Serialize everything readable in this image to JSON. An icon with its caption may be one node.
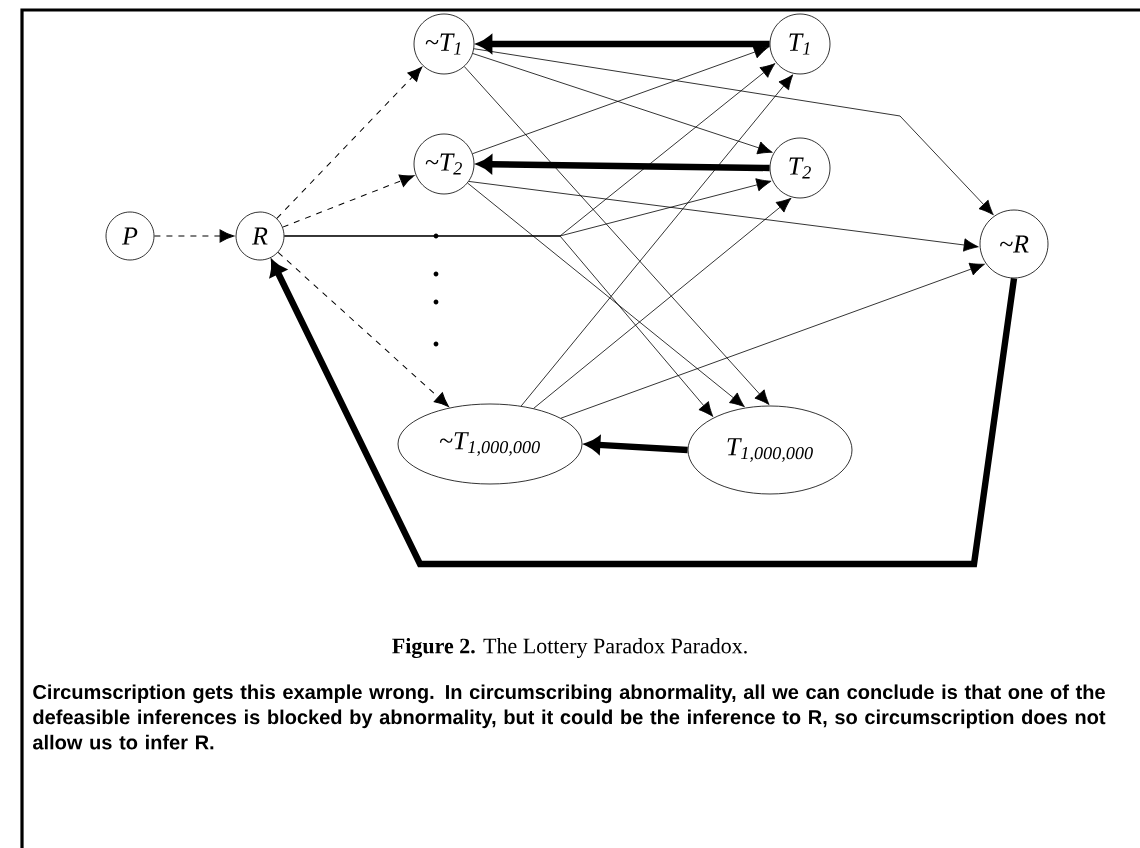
{
  "diagram": {
    "caption": "**Figure 2.** The Lottery Paradox Paradox.",
    "nodes": [
      {
        "text": [
          "P"
        ]
      },
      {
        "text": [
          "R"
        ]
      },
      {
        "text": [
          "~T$_{1}$"
        ]
      },
      {
        "text": [
          "~T$_{2}$"
        ]
      },
      {
        "text": [
          "~T$_{1,000,000}$"
        ]
      },
      {
        "text": [
          "T$_{1}$"
        ]
      },
      {
        "text": [
          "T$_{2}$"
        ]
      },
      {
        "text": [
          "T$_{1,000,000}$"
        ]
      },
      {
        "text": [
          "~R"
        ]
      }
    ],
    "edges": [
      {
        "from": 0,
        "to": 1,
        "arrow": "to",
        "style": "dashed"
      },
      {
        "from": 1,
        "to": 2,
        "arrow": "to",
        "style": "dashed"
      },
      {
        "from": 1,
        "to": 3,
        "arrow": "to",
        "style": "dashed"
      },
      {
        "from": 1,
        "to": 4,
        "arrow": "to",
        "style": "dashed"
      },
      {
        "from": 1,
        "to": 5,
        "arrow": "to"
      },
      {
        "from": 1,
        "to": 6,
        "arrow": "to"
      },
      {
        "from": 1,
        "to": 7,
        "arrow": "to"
      },
      {
        "from": 2,
        "to": 6,
        "arrow": "to"
      },
      {
        "from": 2,
        "to": 7,
        "arrow": "to"
      },
      {
        "from": 3,
        "to": 5,
        "arrow": "to"
      },
      {
        "from": 3,
        "to": 7,
        "arrow": "to"
      },
      {
        "from": 4,
        "to": 5,
        "arrow": "to"
      },
      {
        "from": 4,
        "to": 6,
        "arrow": "to"
      },
      {
        "from": 2,
        "to": 8,
        "arrow": "to"
      },
      {
        "from": 3,
        "to": 8,
        "arrow": "to"
      },
      {
        "from": 4,
        "to": 8,
        "arrow": "to"
      },
      {
        "from": 5,
        "to": 2,
        "arrow": "to",
        "style": "thick"
      },
      {
        "from": 6,
        "to": 3,
        "arrow": "to",
        "style": "thick"
      },
      {
        "from": 7,
        "to": 4,
        "arrow": "to",
        "style": "thick"
      },
      {
        "from": 8,
        "to": 1,
        "arrow": "to",
        "style": "thick"
      }
    ],
    "labels": [
      "Circumscription gets this example wrong.  In circumscribing abnormality, all we can conclude is that one of the defeasible inferences is blocked by abnormality, but it could be the inference to R, so circumscription does not allow us to infer R."
    ]
  }
}
